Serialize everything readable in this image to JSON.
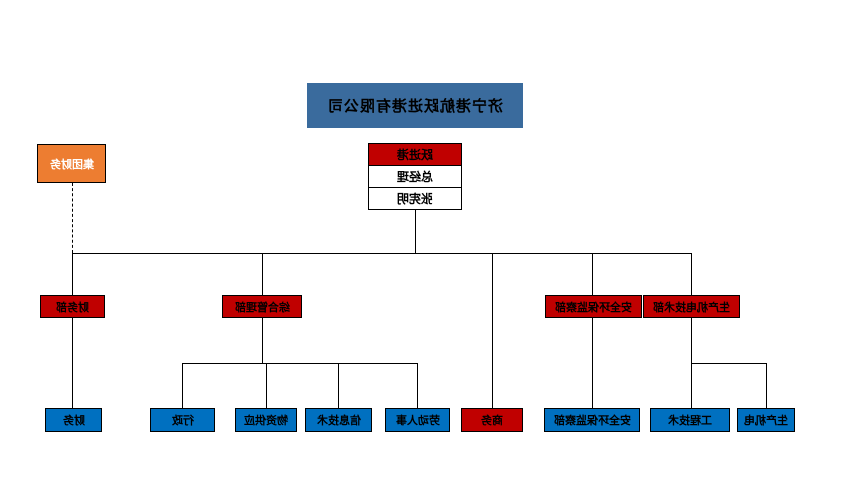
{
  "org_chart": {
    "title": "济宁港航跃进港有限公司",
    "root": {
      "department": "跃进港",
      "role": "总经理",
      "name": "张宪明"
    },
    "external_box": "集团财务",
    "departments": {
      "finance": "财务部",
      "general_management": "综合管理部",
      "safety_supervision": "安全环保监察部",
      "production_technology": "生产机电技术部"
    },
    "teams": {
      "finance": "财务",
      "administration": "行政",
      "material_supply": "物资供应",
      "information_technology": "信息技术",
      "labor_personnel": "劳动人事",
      "commerce": "商务",
      "safety_supervision": "安全环保监察部",
      "engineering": "工程技术",
      "production_mechanical": "生产机电"
    },
    "colors": {
      "title_bg": "#3a6b9d",
      "department_red": "#c00000",
      "team_blue": "#0070c0",
      "external_orange": "#ed7d31",
      "connector": "#000000"
    },
    "text_direction": "mirrored"
  }
}
